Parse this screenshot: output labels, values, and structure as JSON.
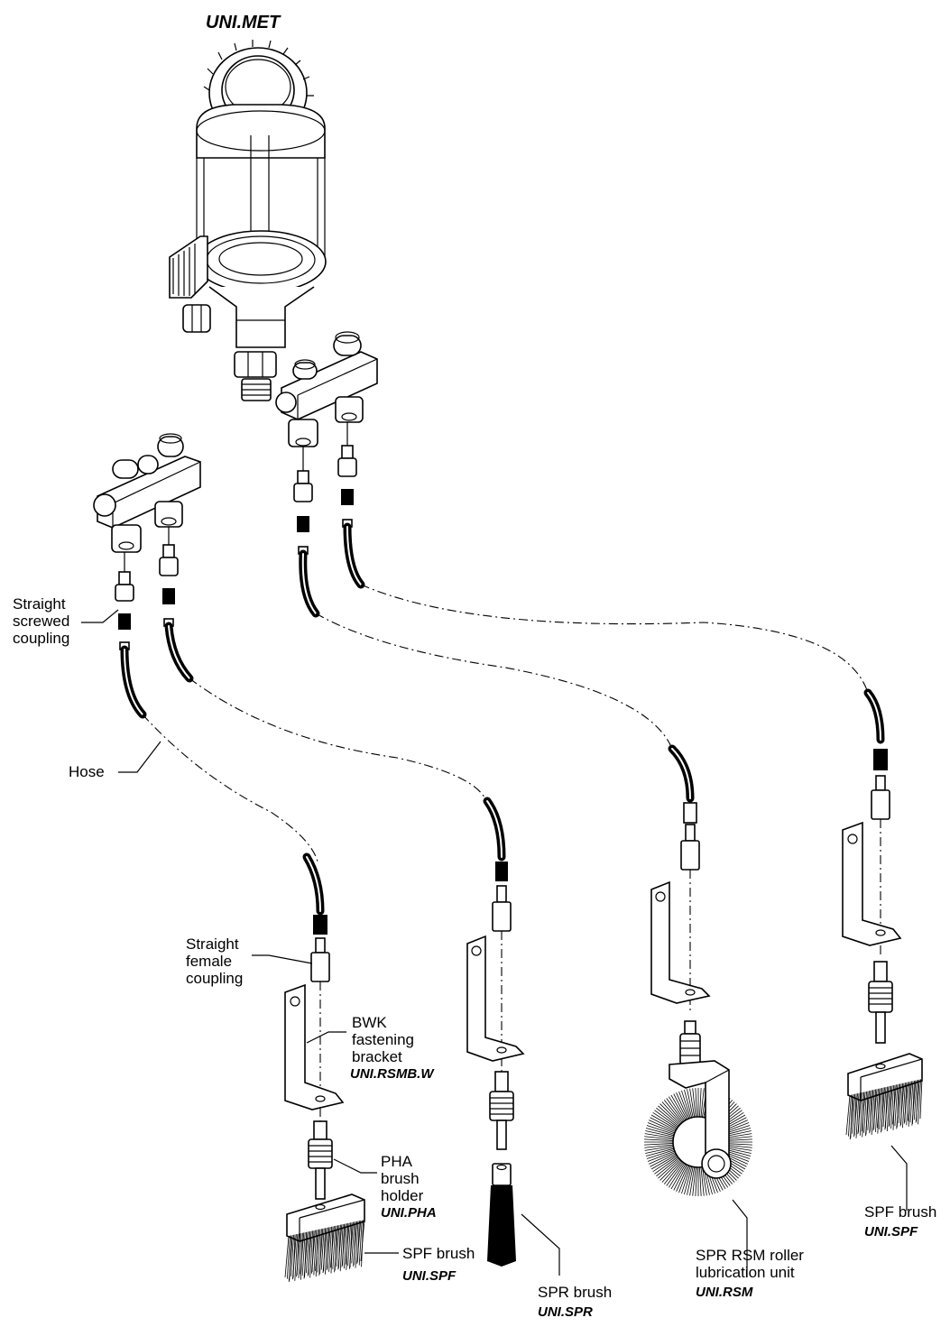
{
  "title": "UNI.MET",
  "labels": {
    "straight_screwed": [
      "Straight",
      "screwed",
      "coupling"
    ],
    "hose": "Hose",
    "straight_female": [
      "Straight",
      "female",
      "coupling"
    ],
    "bwk": [
      "BWK",
      "fastening",
      "bracket"
    ],
    "bwk_code": "UNI.RSMB.W",
    "pha": [
      "PHA",
      "brush",
      "holder"
    ],
    "pha_code": "UNI.PHA",
    "spf_left": "SPF brush",
    "spf_left_code": "UNI.SPF",
    "spr": "SPR brush",
    "spr_code": "UNI.SPR",
    "rsm": [
      "SPR RSM roller",
      "lubrication unit"
    ],
    "rsm_code": "UNI.RSM",
    "spf_right": "SPF brush",
    "spf_right_code": "UNI.SPF"
  }
}
